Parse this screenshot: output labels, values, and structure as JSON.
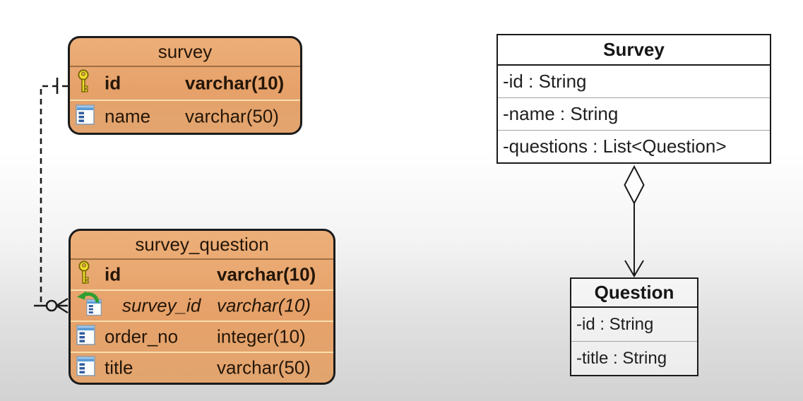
{
  "background": {
    "top_color": "#ffffff",
    "bottom_color": "#d2d2d2"
  },
  "er_diagram": {
    "style": {
      "table_fill": "#e6a169",
      "table_border": "#1b1b1b",
      "row_separator": "#f8dfae"
    },
    "tables": [
      {
        "title": "survey",
        "columns": [
          {
            "icon": "primary-key-icon",
            "name": "id",
            "type": "varchar(10)",
            "emphasis": "primary-key"
          },
          {
            "icon": "column-icon",
            "name": "name",
            "type": "varchar(50)",
            "emphasis": "none"
          }
        ]
      },
      {
        "title": "survey_question",
        "columns": [
          {
            "icon": "primary-key-icon",
            "name": "id",
            "type": "varchar(10)",
            "emphasis": "primary-key"
          },
          {
            "icon": "foreign-key-icon",
            "name": "survey_id",
            "type": "varchar(10)",
            "emphasis": "foreign-key"
          },
          {
            "icon": "column-icon",
            "name": "order_no",
            "type": "integer(10)",
            "emphasis": "none"
          },
          {
            "icon": "column-icon",
            "name": "title",
            "type": "varchar(50)",
            "emphasis": "none"
          }
        ]
      }
    ],
    "relationship": {
      "from": "survey",
      "to": "survey_question",
      "from_cardinality": "one",
      "to_cardinality": "zero-or-many",
      "line_style": "dashed"
    }
  },
  "uml_diagram": {
    "classes": [
      {
        "title": "Survey",
        "attributes": [
          "-id : String",
          "-name : String",
          "-questions : List<Question>"
        ]
      },
      {
        "title": "Question",
        "attributes": [
          "-id : String",
          "-title : String"
        ]
      }
    ],
    "relationship": {
      "type": "aggregation",
      "from": "Survey",
      "to": "Question",
      "arrow": "open-arrowhead"
    }
  }
}
